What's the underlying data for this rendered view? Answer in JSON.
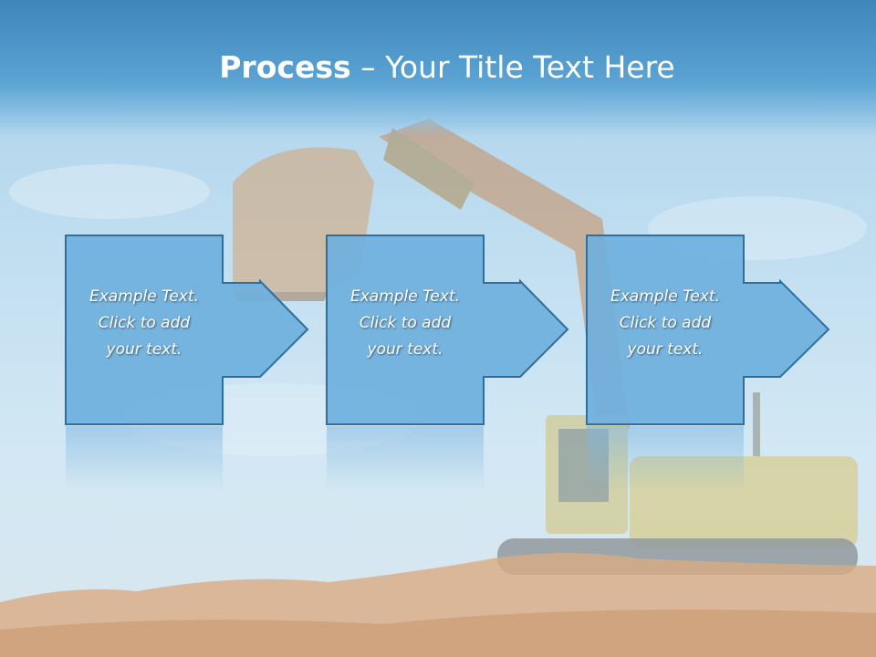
{
  "title": {
    "bold": "Process",
    "rest": " – Your Title Text Here"
  },
  "steps": [
    {
      "lines": [
        "Example Text.",
        "Click  to add",
        "your text."
      ]
    },
    {
      "lines": [
        "Example Text.",
        "Click  to add",
        "your text."
      ]
    },
    {
      "lines": [
        "Example Text.",
        "Click  to add",
        "your text."
      ]
    }
  ],
  "colors": {
    "title_band": "#4a95c8",
    "shape_fill": "#6fb0de",
    "shape_border": "#2d6f9e",
    "text": "#ffffff"
  }
}
